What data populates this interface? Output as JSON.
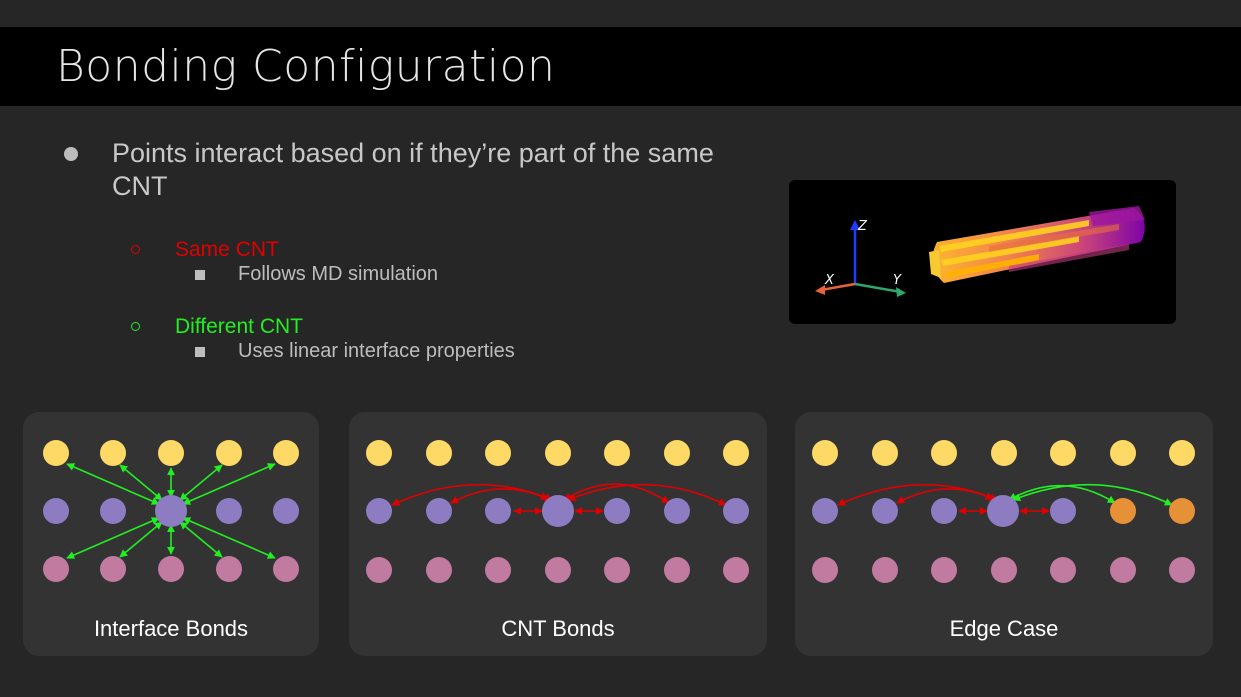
{
  "slide": {
    "title": "Bonding Configuration",
    "bullet": "Points interact based on if they’re part of the same CNT",
    "subitems": [
      {
        "label": "Same CNT",
        "color": "#e00000",
        "detail": "Follows MD simulation"
      },
      {
        "label": "Different CNT",
        "color": "#22ee22",
        "detail": "Uses linear interface properties"
      }
    ]
  },
  "simulation_image": {
    "axes": {
      "z": "Z",
      "x": "X",
      "y": "Y"
    }
  },
  "colors": {
    "yellow_node": "#ffd966",
    "purple_node": "#8e7cc3",
    "pink_node": "#c27ba0",
    "orange_node": "#e69138",
    "red_bond": "#e00000",
    "green_bond": "#22ee22"
  },
  "panels": [
    {
      "label": "Interface Bonds"
    },
    {
      "label": "CNT Bonds"
    },
    {
      "label": "Edge Case"
    }
  ]
}
